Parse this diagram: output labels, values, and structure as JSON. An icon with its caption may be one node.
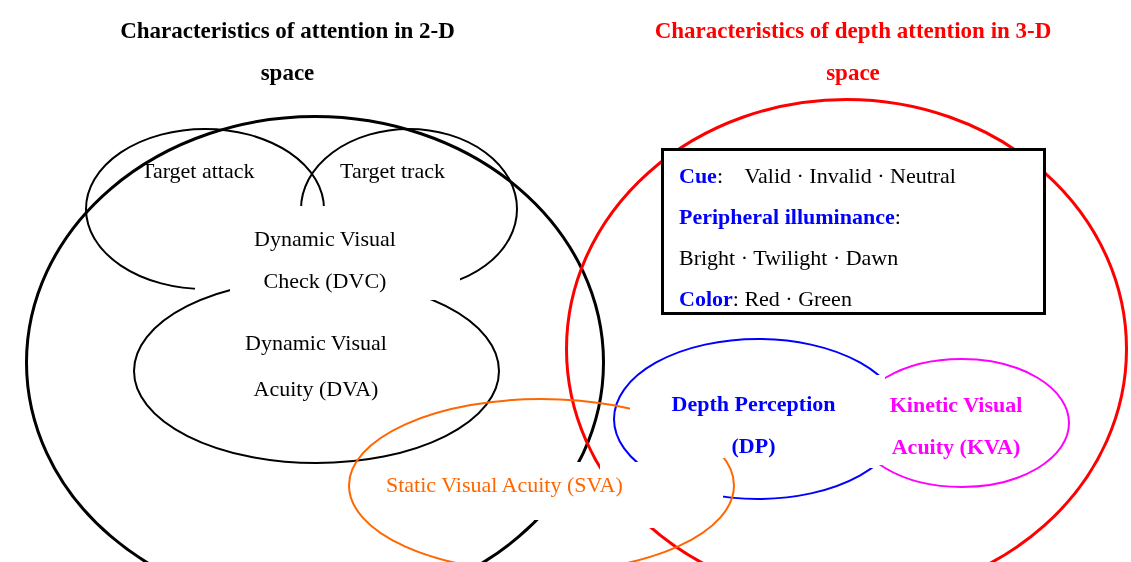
{
  "diagram": {
    "nodes": [
      {
        "text": [
          "Characteristics of attention in 2-D space"
        ]
      },
      {
        "text": [
          "Characteristics of depth attention in 3-D space"
        ]
      },
      {
        "text": [
          "Target attack"
        ],
        "in": 0
      },
      {
        "text": [
          "Target track"
        ],
        "in": 0
      },
      {
        "text": [
          "Dynamic Visual Acuity (DVA)"
        ],
        "in": 0
      },
      {
        "text": [
          "**Cue**:    Valid · Invalid · Neutral",
          "**Peripheral illuminance**:",
          "Bright · Twilight · Dawn",
          "**Color**: Red · Green"
        ],
        "in": 1
      },
      {
        "text": [
          "Static Visual Acuity (SVA)"
        ]
      },
      {
        "text": [
          "Depth Perception (DP)"
        ],
        "in": 1
      },
      {
        "text": [
          "Kinetic Visual Acuity (KVA)"
        ],
        "in": 1
      }
    ],
    "edges": [],
    "labels": [
      "Dynamic Visual Check (DVC)"
    ]
  }
}
